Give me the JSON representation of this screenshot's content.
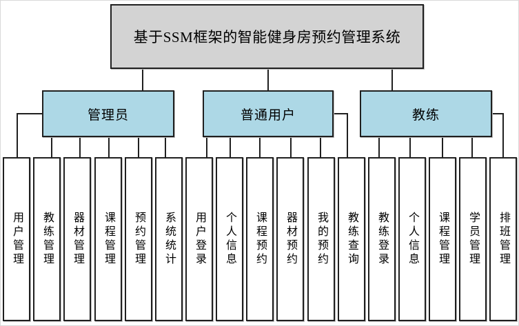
{
  "title": "基于SSM框架的智能健身房预约管理系统",
  "colors": {
    "root_fill": "#d3d3d3",
    "branch_fill": "#add8e6",
    "line_color": "#1f1f1f"
  },
  "branches": [
    {
      "label": "管理员",
      "children": [
        "用户管理",
        "教练管理",
        "器材管理",
        "课程管理",
        "预约管理",
        "系统统计"
      ]
    },
    {
      "label": "普通用户",
      "children": [
        "用户登录",
        "个人信息",
        "课程预约",
        "器材预约",
        "我的预约",
        "教练查询"
      ]
    },
    {
      "label": "教练",
      "children": [
        "教练登录",
        "个人信息",
        "课程管理",
        "学员管理",
        "排班管理"
      ]
    }
  ]
}
